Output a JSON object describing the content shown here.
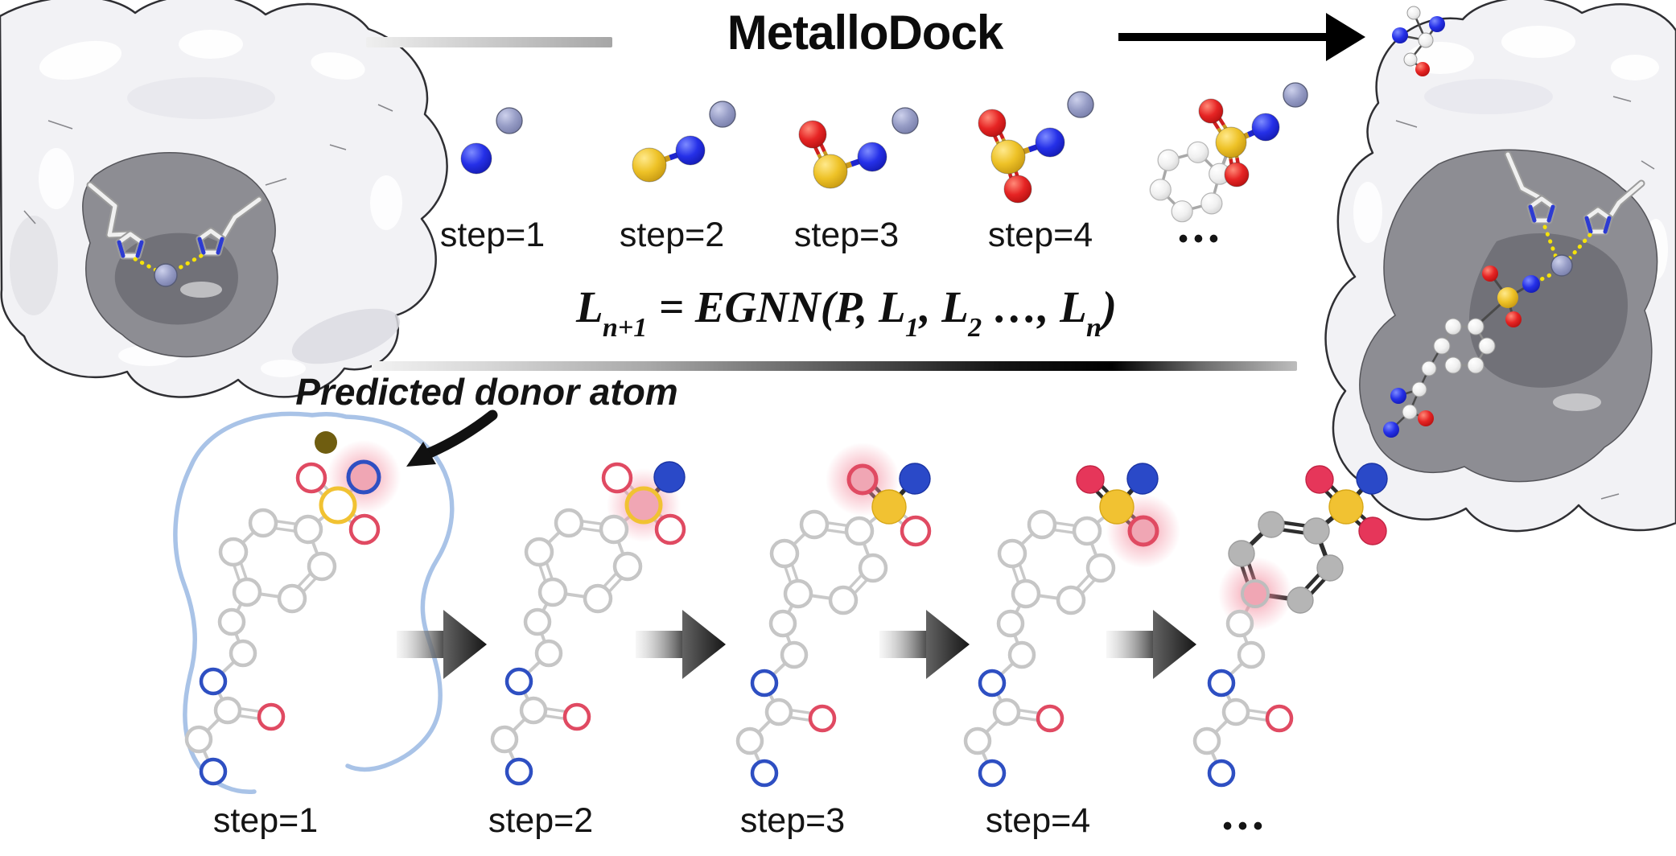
{
  "title": "MetalloDock",
  "annotation": "Predicted donor atom",
  "equation": {
    "lhs": "L",
    "lhs_sub": "n+1",
    "rel": " = ",
    "fn": "EGNN",
    "open": "(",
    "p": "P, ",
    "l1": "L",
    "l1_sub": "1",
    "comma1": ", ",
    "l2": "L",
    "l2_sub": "2",
    "dots": " …, ",
    "ln": "L",
    "ln_sub": "n",
    "close": ")"
  },
  "top_row": {
    "labels": [
      "step=1",
      "step=2",
      "step=3",
      "step=4",
      "•••"
    ],
    "panels": [
      {
        "atoms": [
          "N"
        ],
        "metal": true
      },
      {
        "atoms": [
          "S",
          "N"
        ],
        "metal": true
      },
      {
        "atoms": [
          "O",
          "S",
          "N"
        ],
        "metal": true
      },
      {
        "atoms": [
          "O",
          "S",
          "N",
          "O2"
        ],
        "metal": true
      },
      {
        "atoms": [
          "O",
          "S",
          "N",
          "O2",
          "ring"
        ],
        "metal": true
      }
    ]
  },
  "bottom_row": {
    "labels": [
      "step=1",
      "step=2",
      "step=3",
      "step=4",
      "•••"
    ],
    "panels": [
      {
        "glow": "N1",
        "placed": [],
        "has_metal": true,
        "has_contour": true
      },
      {
        "glow": "S",
        "placed": [
          "N1"
        ],
        "has_metal": false,
        "has_contour": false
      },
      {
        "glow": "O1",
        "placed": [
          "N1",
          "S"
        ],
        "has_metal": false,
        "has_contour": false
      },
      {
        "glow": "O2",
        "placed": [
          "N1",
          "S",
          "O1"
        ],
        "has_metal": false,
        "has_contour": false
      },
      {
        "glow": "C4",
        "placed": [
          "N1",
          "S",
          "O1",
          "O2",
          "C1",
          "C2",
          "C3",
          "C5",
          "C6"
        ],
        "has_metal": false,
        "has_contour": false
      }
    ]
  },
  "colors": {
    "nitrogen": "#2a49c8",
    "oxygen": "#e6365a",
    "sulfur": "#f1c232",
    "carbon_filled": "#b5b5b5",
    "metal_zinc": "#979dc6",
    "metal_predicted": "#6f5d10",
    "glow_fill": "#f0a6b4",
    "glow_halo": "#f3788c",
    "contour": "#a9c3e7",
    "protein_surface": "#f2f2f5",
    "pocket": "#8d8d93",
    "accent_black": "#111111"
  }
}
